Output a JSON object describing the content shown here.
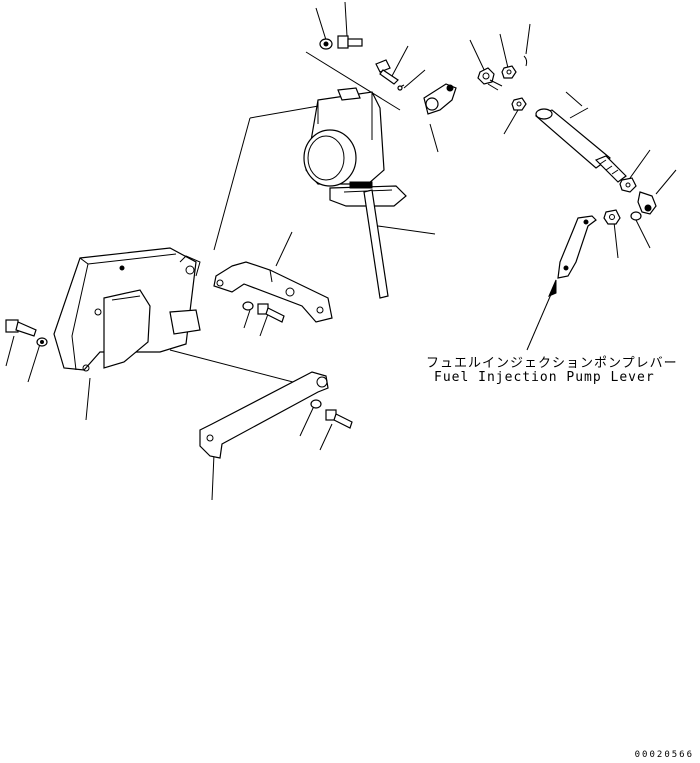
{
  "callout": {
    "jp": "フュエルインジェクションポンプレバー",
    "en": "Fuel Injection Pump Lever"
  },
  "drawing_number": "00020566",
  "colors": {
    "ink": "#000000",
    "paper": "#ffffff"
  }
}
